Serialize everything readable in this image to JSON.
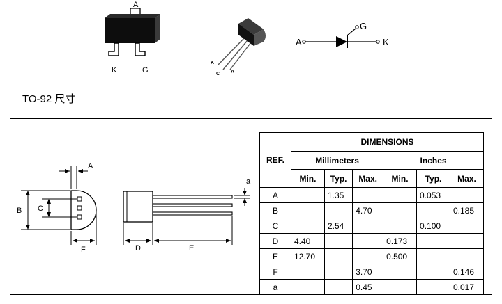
{
  "top_views": {
    "sot23_labels": [
      "A",
      "K",
      "G"
    ],
    "to92_pin_labels": [
      "K",
      "C",
      "A"
    ],
    "symbol_labels": [
      "A",
      "G",
      "K"
    ]
  },
  "section_title": "TO-92 尺寸",
  "drawing_labels": {
    "front": [
      "A",
      "B",
      "C",
      "F"
    ],
    "side": [
      "D",
      "E",
      "a"
    ]
  },
  "table": {
    "ref_header": "REF.",
    "dimensions_header": "DIMENSIONS",
    "mm_header": "Millimeters",
    "in_header": "Inches",
    "col_labels": [
      "Min.",
      "Typ.",
      "Max.",
      "Min.",
      "Typ.",
      "Max."
    ],
    "rows": [
      {
        "ref": "A",
        "mm_min": "",
        "mm_typ": "1.35",
        "mm_max": "",
        "in_min": "",
        "in_typ": "0.053",
        "in_max": ""
      },
      {
        "ref": "B",
        "mm_min": "",
        "mm_typ": "",
        "mm_max": "4.70",
        "in_min": "",
        "in_typ": "",
        "in_max": "0.185"
      },
      {
        "ref": "C",
        "mm_min": "",
        "mm_typ": "2.54",
        "mm_max": "",
        "in_min": "",
        "in_typ": "0.100",
        "in_max": ""
      },
      {
        "ref": "D",
        "mm_min": "4.40",
        "mm_typ": "",
        "mm_max": "",
        "in_min": "0.173",
        "in_typ": "",
        "in_max": ""
      },
      {
        "ref": "E",
        "mm_min": "12.70",
        "mm_typ": "",
        "mm_max": "",
        "in_min": "0.500",
        "in_typ": "",
        "in_max": ""
      },
      {
        "ref": "F",
        "mm_min": "",
        "mm_typ": "",
        "mm_max": "3.70",
        "in_min": "",
        "in_typ": "",
        "in_max": "0.146"
      },
      {
        "ref": "a",
        "mm_min": "",
        "mm_typ": "",
        "mm_max": "0.45",
        "in_min": "",
        "in_typ": "",
        "in_max": "0.017"
      }
    ]
  }
}
